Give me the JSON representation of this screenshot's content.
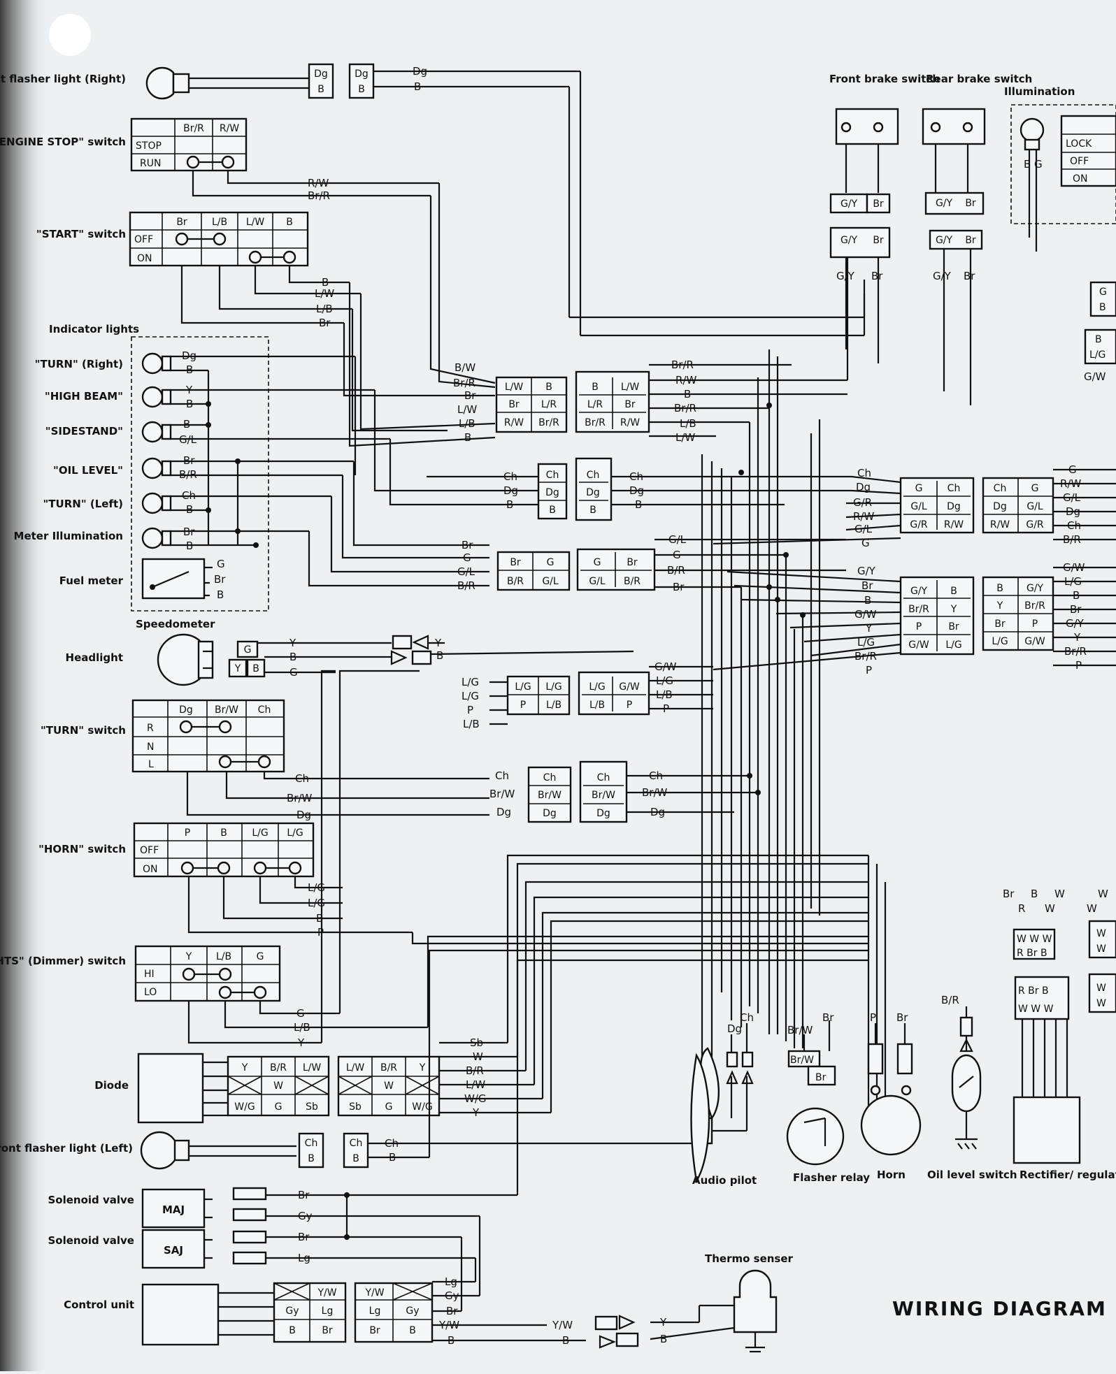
{
  "title": "WIRING DIAGRAM",
  "components": {
    "front_flasher_right": "Front flasher light (Right)",
    "front_flasher_left": "Front flasher light (Left)",
    "engine_stop_switch": "\"ENGINE STOP\" switch",
    "start_switch": "\"START\" switch",
    "indicator_lights": "Indicator lights",
    "turn_right": "\"TURN\" (Right)",
    "high_beam": "\"HIGH BEAM\"",
    "sidestand": "\"SIDESTAND\"",
    "oil_level": "\"OIL LEVEL\"",
    "turn_left": "\"TURN\" (Left)",
    "meter_illumination": "Meter Illumination",
    "fuel_meter": "Fuel meter",
    "speedometer": "Speedometer",
    "headlight": "Headlight",
    "turn_switch": "\"TURN\" switch",
    "horn_switch": "\"HORN\" switch",
    "lights_switch": "\"LIGHTS\" (Dimmer) switch",
    "diode": "Diode",
    "solenoid_valve": "Solenoid valve",
    "maj": "MAJ",
    "saj": "SAJ",
    "control_unit": "Control unit",
    "thermo_sensor": "Thermo senser",
    "front_brake_switch": "Front brake switch",
    "rear_brake_switch": "Rear brake switch",
    "illumination": "Illumination",
    "audio_pilot": "Audio pilot",
    "flasher_relay": "Flasher relay",
    "horn": "Horn",
    "oil_level_switch": "Oil level switch",
    "rectifier": "Rectifier/ regulator assembly"
  },
  "switch_states": {
    "stop": "STOP",
    "run": "RUN",
    "off": "OFF",
    "on": "ON",
    "r": "R",
    "n": "N",
    "l": "L",
    "hi": "HI",
    "lo": "LO",
    "lock": "LOCK"
  },
  "wire_codes": [
    "B",
    "Br",
    "Br/R",
    "Br/W",
    "Ch",
    "Dg",
    "G",
    "G/L",
    "G/R",
    "G/W",
    "G/Y",
    "Gy",
    "L/B",
    "L/G",
    "L/R",
    "L/W",
    "Lg",
    "P",
    "R",
    "R/W",
    "Sb",
    "W",
    "W/G",
    "Y",
    "Y/W"
  ],
  "colors": {
    "ink": "#111111",
    "paper": "#eef1f3"
  }
}
